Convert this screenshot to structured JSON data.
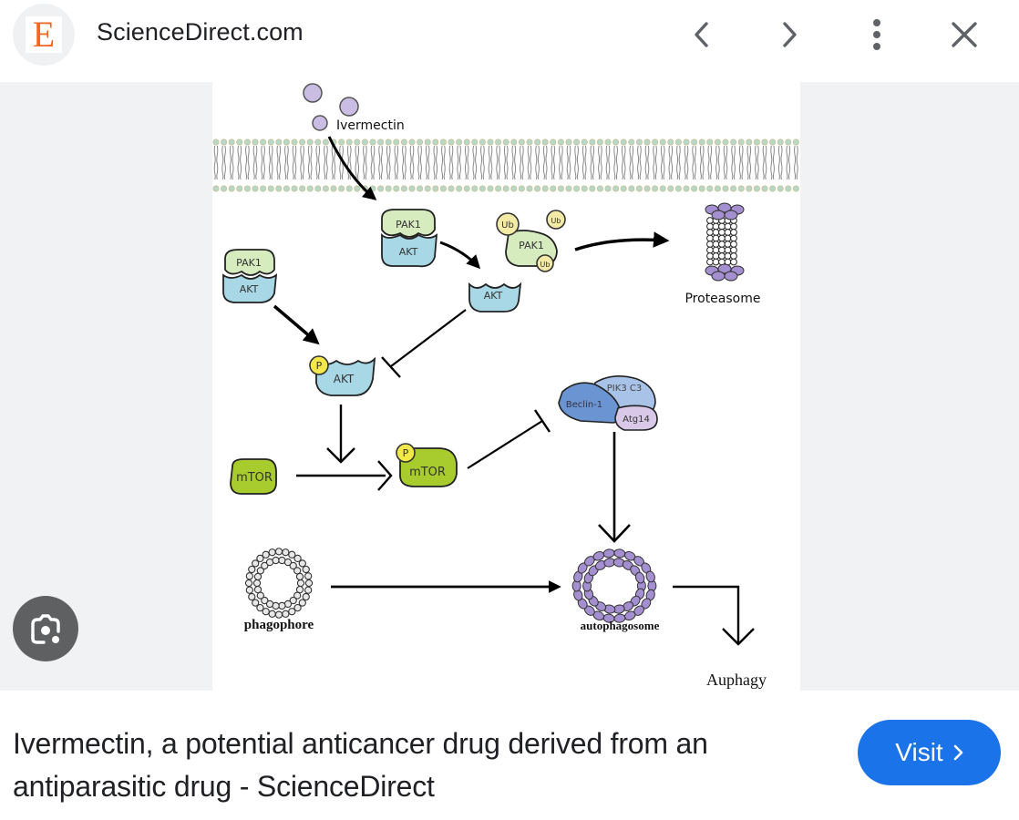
{
  "header": {
    "site_logo_letter": "E",
    "site_name": "ScienceDirect.com",
    "buttons": {
      "back": "chevron-left-icon",
      "forward": "chevron-right-icon",
      "more": "more-vert-icon",
      "close": "close-icon"
    }
  },
  "diagram": {
    "labels": {
      "ivermectin": "Ivermectin",
      "pak1": "PAK1",
      "akt": "AKT",
      "ub": "Ub",
      "p": "P",
      "proteasome": "Proteasome",
      "mtor": "mTOR",
      "pik3c3": "PIK3 C3",
      "beclin1": "Beclin-1",
      "atg14": "Atg14",
      "phagophore": "phagophore",
      "autophagosome": "autophagosome",
      "auphagy": "Auphagy"
    },
    "colors": {
      "pak1": "#d6ecbf",
      "akt": "#a8d8e6",
      "ub": "#f3eaa6",
      "p": "#f2e84a",
      "mtor": "#a8cc2e",
      "beclin": "#6b94d2",
      "pik3c3": "#a9c3e8",
      "atg14": "#d9c8e8",
      "purple": "#a48fd0",
      "lipid_head": "#b7d8c6"
    }
  },
  "lens_button": "google-lens-icon",
  "caption": {
    "title": "Ivermectin, a potential anticancer drug derived from an antiparasitic drug - ScienceDirect"
  },
  "visit_button": {
    "label": "Visit",
    "icon": "chevron-right-icon",
    "color": "#1a73e8"
  }
}
